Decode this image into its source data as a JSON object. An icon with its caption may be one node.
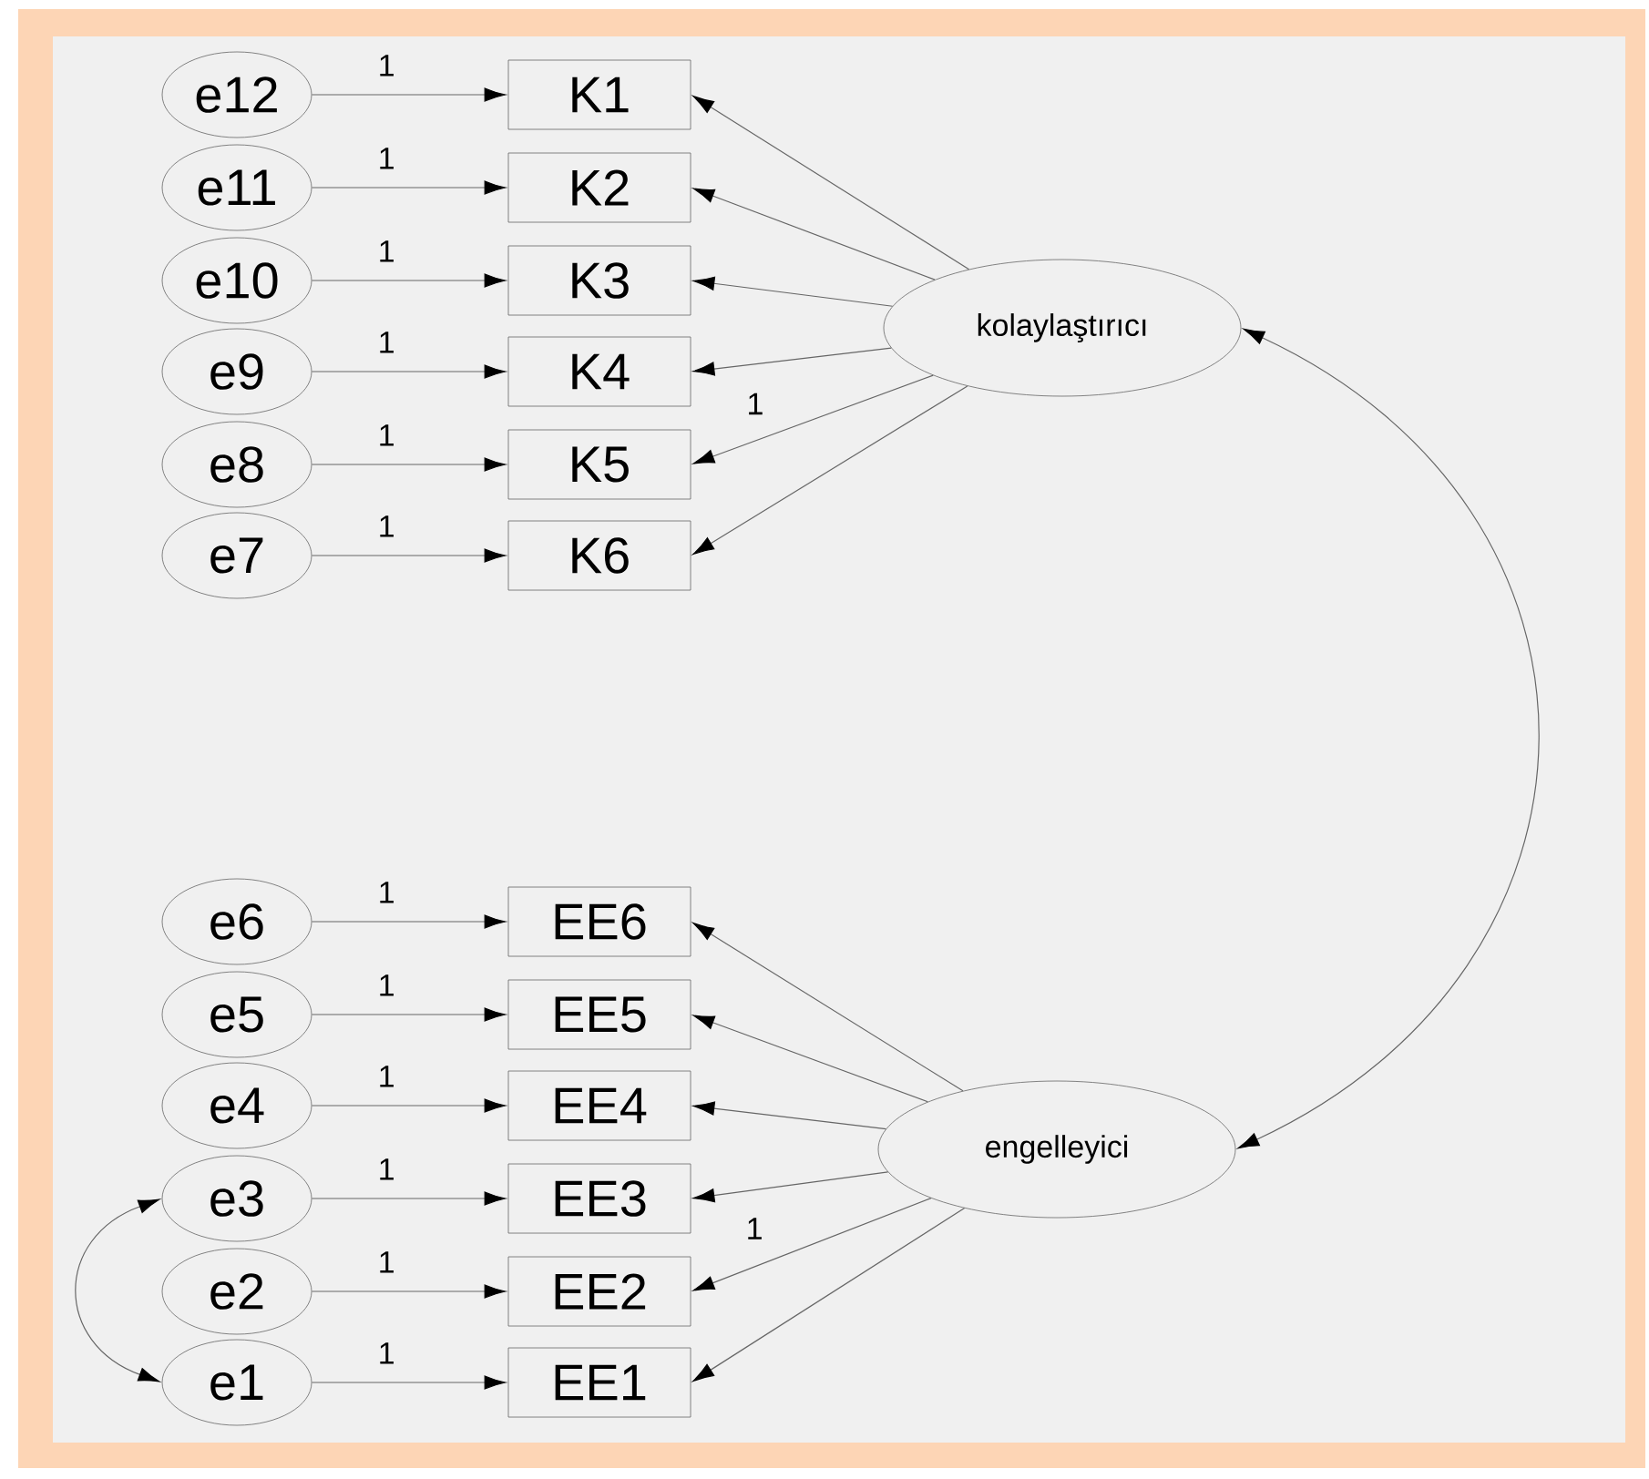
{
  "diagram": {
    "nodes": [
      {
        "text": [
          "e12"
        ]
      },
      {
        "text": [
          "e11"
        ]
      },
      {
        "text": [
          "e10"
        ]
      },
      {
        "text": [
          "e9"
        ]
      },
      {
        "text": [
          "e8"
        ]
      },
      {
        "text": [
          "e7"
        ]
      },
      {
        "text": [
          "K1"
        ]
      },
      {
        "text": [
          "K2"
        ]
      },
      {
        "text": [
          "K3"
        ]
      },
      {
        "text": [
          "K4"
        ]
      },
      {
        "text": [
          "K5"
        ]
      },
      {
        "text": [
          "K6"
        ]
      },
      {
        "text": [
          "kolaylaştırıcı"
        ]
      },
      {
        "text": [
          "e6"
        ]
      },
      {
        "text": [
          "e5"
        ]
      },
      {
        "text": [
          "e4"
        ]
      },
      {
        "text": [
          "e3"
        ]
      },
      {
        "text": [
          "e2"
        ]
      },
      {
        "text": [
          "e1"
        ]
      },
      {
        "text": [
          "EE6"
        ]
      },
      {
        "text": [
          "EE5"
        ]
      },
      {
        "text": [
          "EE4"
        ]
      },
      {
        "text": [
          "EE3"
        ]
      },
      {
        "text": [
          "EE2"
        ]
      },
      {
        "text": [
          "EE1"
        ]
      },
      {
        "text": [
          "engelleyici"
        ]
      }
    ],
    "edges": [
      {
        "from": 0,
        "to": 6,
        "arrow": "to",
        "label": "1"
      },
      {
        "from": 1,
        "to": 7,
        "arrow": "to",
        "label": "1"
      },
      {
        "from": 2,
        "to": 8,
        "arrow": "to",
        "label": "1"
      },
      {
        "from": 3,
        "to": 9,
        "arrow": "to",
        "label": "1"
      },
      {
        "from": 4,
        "to": 10,
        "arrow": "to",
        "label": "1"
      },
      {
        "from": 5,
        "to": 11,
        "arrow": "to",
        "label": "1"
      },
      {
        "from": 12,
        "to": 6,
        "arrow": "to"
      },
      {
        "from": 12,
        "to": 7,
        "arrow": "to"
      },
      {
        "from": 12,
        "to": 8,
        "arrow": "to"
      },
      {
        "from": 12,
        "to": 9,
        "arrow": "to"
      },
      {
        "from": 12,
        "to": 10,
        "arrow": "to",
        "label": "1"
      },
      {
        "from": 12,
        "to": 11,
        "arrow": "to"
      },
      {
        "from": 13,
        "to": 19,
        "arrow": "to",
        "label": "1"
      },
      {
        "from": 14,
        "to": 20,
        "arrow": "to",
        "label": "1"
      },
      {
        "from": 15,
        "to": 21,
        "arrow": "to",
        "label": "1"
      },
      {
        "from": 16,
        "to": 22,
        "arrow": "to",
        "label": "1"
      },
      {
        "from": 17,
        "to": 23,
        "arrow": "to",
        "label": "1"
      },
      {
        "from": 18,
        "to": 24,
        "arrow": "to",
        "label": "1"
      },
      {
        "from": 25,
        "to": 19,
        "arrow": "to"
      },
      {
        "from": 25,
        "to": 20,
        "arrow": "to"
      },
      {
        "from": 25,
        "to": 21,
        "arrow": "to"
      },
      {
        "from": 25,
        "to": 22,
        "arrow": "to"
      },
      {
        "from": 25,
        "to": 23,
        "arrow": "to",
        "label": "1"
      },
      {
        "from": 25,
        "to": 24,
        "arrow": "to"
      },
      {
        "from": 12,
        "to": 25,
        "arrow": "both"
      },
      {
        "from": 16,
        "to": 18,
        "arrow": "both"
      }
    ]
  }
}
